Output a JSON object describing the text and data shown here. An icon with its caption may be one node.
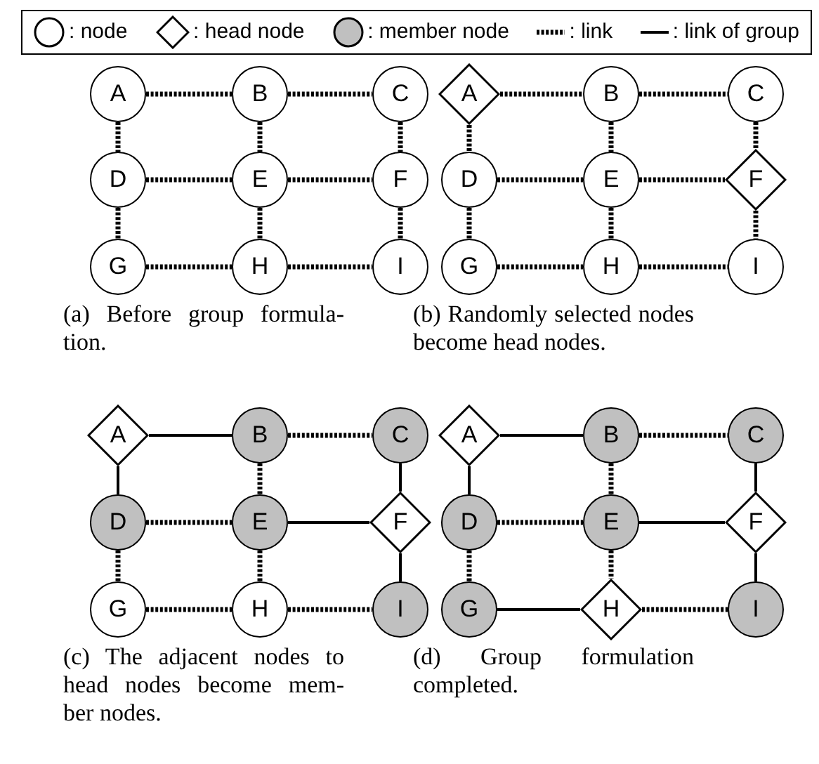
{
  "diagram": {
    "nodes": [
      {
        "text": [
          "A"
        ]
      },
      {
        "text": [
          "B"
        ]
      },
      {
        "text": [
          "C"
        ]
      },
      {
        "text": [
          "D"
        ]
      },
      {
        "text": [
          "E"
        ]
      },
      {
        "text": [
          "F"
        ]
      },
      {
        "text": [
          "G"
        ]
      },
      {
        "text": [
          "H"
        ]
      },
      {
        "text": [
          "I"
        ]
      },
      {
        "text": [
          "A"
        ]
      },
      {
        "text": [
          "B"
        ]
      },
      {
        "text": [
          "C"
        ]
      },
      {
        "text": [
          "D"
        ]
      },
      {
        "text": [
          "E"
        ]
      },
      {
        "text": [
          "F"
        ]
      },
      {
        "text": [
          "G"
        ]
      },
      {
        "text": [
          "H"
        ]
      },
      {
        "text": [
          "I"
        ]
      },
      {
        "text": [
          "A"
        ]
      },
      {
        "text": [
          "B"
        ]
      },
      {
        "text": [
          "C"
        ]
      },
      {
        "text": [
          "D"
        ]
      },
      {
        "text": [
          "E"
        ]
      },
      {
        "text": [
          "F"
        ]
      },
      {
        "text": [
          "G"
        ]
      },
      {
        "text": [
          "H"
        ]
      },
      {
        "text": [
          "I"
        ]
      },
      {
        "text": [
          "A"
        ]
      },
      {
        "text": [
          "B"
        ]
      },
      {
        "text": [
          "C"
        ]
      },
      {
        "text": [
          "D"
        ]
      },
      {
        "text": [
          "E"
        ]
      },
      {
        "text": [
          "F"
        ]
      },
      {
        "text": [
          "G"
        ]
      },
      {
        "text": [
          "H"
        ]
      },
      {
        "text": [
          "I"
        ]
      }
    ],
    "edges": [
      {
        "from": 0,
        "to": 1,
        "arrow": "none",
        "style": "dashed"
      },
      {
        "from": 1,
        "to": 2,
        "arrow": "none",
        "style": "dashed"
      },
      {
        "from": 3,
        "to": 4,
        "arrow": "none",
        "style": "dashed"
      },
      {
        "from": 4,
        "to": 5,
        "arrow": "none",
        "style": "dashed"
      },
      {
        "from": 6,
        "to": 7,
        "arrow": "none",
        "style": "dashed"
      },
      {
        "from": 7,
        "to": 8,
        "arrow": "none",
        "style": "dashed"
      },
      {
        "from": 0,
        "to": 3,
        "arrow": "none",
        "style": "dashed"
      },
      {
        "from": 3,
        "to": 6,
        "arrow": "none",
        "style": "dashed"
      },
      {
        "from": 1,
        "to": 4,
        "arrow": "none",
        "style": "dashed"
      },
      {
        "from": 4,
        "to": 7,
        "arrow": "none",
        "style": "dashed"
      },
      {
        "from": 2,
        "to": 5,
        "arrow": "none",
        "style": "dashed"
      },
      {
        "from": 5,
        "to": 8,
        "arrow": "none",
        "style": "dashed"
      },
      {
        "from": 9,
        "to": 10,
        "arrow": "none",
        "style": "dashed"
      },
      {
        "from": 10,
        "to": 11,
        "arrow": "none",
        "style": "dashed"
      },
      {
        "from": 12,
        "to": 13,
        "arrow": "none",
        "style": "dashed"
      },
      {
        "from": 13,
        "to": 14,
        "arrow": "none",
        "style": "dashed"
      },
      {
        "from": 15,
        "to": 16,
        "arrow": "none",
        "style": "dashed"
      },
      {
        "from": 16,
        "to": 17,
        "arrow": "none",
        "style": "dashed"
      },
      {
        "from": 9,
        "to": 12,
        "arrow": "none",
        "style": "dashed"
      },
      {
        "from": 12,
        "to": 15,
        "arrow": "none",
        "style": "dashed"
      },
      {
        "from": 10,
        "to": 13,
        "arrow": "none",
        "style": "dashed"
      },
      {
        "from": 13,
        "to": 16,
        "arrow": "none",
        "style": "dashed"
      },
      {
        "from": 11,
        "to": 14,
        "arrow": "none",
        "style": "dashed"
      },
      {
        "from": 14,
        "to": 17,
        "arrow": "none",
        "style": "dashed"
      },
      {
        "from": 18,
        "to": 19,
        "arrow": "none"
      },
      {
        "from": 19,
        "to": 20,
        "arrow": "none",
        "style": "dashed"
      },
      {
        "from": 21,
        "to": 22,
        "arrow": "none",
        "style": "dashed"
      },
      {
        "from": 22,
        "to": 23,
        "arrow": "none"
      },
      {
        "from": 24,
        "to": 25,
        "arrow": "none",
        "style": "dashed"
      },
      {
        "from": 25,
        "to": 26,
        "arrow": "none",
        "style": "dashed"
      },
      {
        "from": 18,
        "to": 21,
        "arrow": "none"
      },
      {
        "from": 21,
        "to": 24,
        "arrow": "none",
        "style": "dashed"
      },
      {
        "from": 19,
        "to": 22,
        "arrow": "none",
        "style": "dashed"
      },
      {
        "from": 22,
        "to": 25,
        "arrow": "none",
        "style": "dashed"
      },
      {
        "from": 20,
        "to": 23,
        "arrow": "none"
      },
      {
        "from": 23,
        "to": 26,
        "arrow": "none"
      },
      {
        "from": 27,
        "to": 28,
        "arrow": "none"
      },
      {
        "from": 28,
        "to": 29,
        "arrow": "none",
        "style": "dashed"
      },
      {
        "from": 30,
        "to": 31,
        "arrow": "none",
        "style": "dashed"
      },
      {
        "from": 31,
        "to": 32,
        "arrow": "none"
      },
      {
        "from": 33,
        "to": 34,
        "arrow": "none"
      },
      {
        "from": 34,
        "to": 35,
        "arrow": "none",
        "style": "dashed"
      },
      {
        "from": 27,
        "to": 30,
        "arrow": "none"
      },
      {
        "from": 30,
        "to": 33,
        "arrow": "none",
        "style": "dashed"
      },
      {
        "from": 28,
        "to": 31,
        "arrow": "none",
        "style": "dashed"
      },
      {
        "from": 31,
        "to": 34,
        "arrow": "none",
        "style": "dashed"
      },
      {
        "from": 29,
        "to": 32,
        "arrow": "none"
      },
      {
        "from": 32,
        "to": 35,
        "arrow": "none"
      }
    ],
    "labels": [
      "(a) Before group formula- tion.",
      "(b) Randomly selected nodes become head nodes.",
      "(c) The adjacent nodes to head nodes become mem- ber nodes.",
      "(d) Group formulation completed."
    ],
    "legend": [
      {
        "text": ": node"
      },
      {
        "text": ": head node"
      },
      {
        "text": ": member node"
      },
      {
        "text": ": link"
      },
      {
        "text": ": link of group"
      }
    ]
  }
}
